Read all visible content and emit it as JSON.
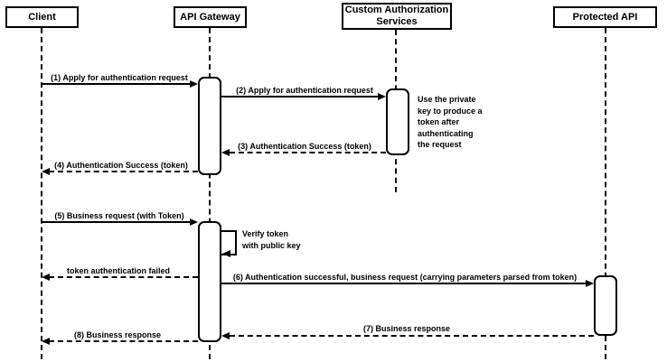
{
  "colors": {
    "line": "#000000",
    "background": "#ffffff",
    "box_fill": "#ffffff",
    "text": "#000000"
  },
  "participants": [
    {
      "label": "Client"
    },
    {
      "label": "API Gateway"
    },
    {
      "label": "Custom Authorization\nServices"
    },
    {
      "label": "Protected API"
    }
  ],
  "messages": [
    {
      "label": "(1) Apply for authentication request",
      "type": "solid",
      "from": "Client",
      "to": "API Gateway"
    },
    {
      "label": "(2) Apply for authentication request",
      "type": "solid",
      "from": "API Gateway",
      "to": "Custom Authorization Services"
    },
    {
      "label": "(3) Authentication Success (token)",
      "type": "dashed",
      "from": "Custom Authorization Services",
      "to": "API Gateway"
    },
    {
      "label": "(4) Authentication Success (token)",
      "type": "dashed",
      "from": "API Gateway",
      "to": "Client"
    },
    {
      "label": "(5) Business request (with Token)",
      "type": "solid",
      "from": "Client",
      "to": "API Gateway"
    },
    {
      "label": "Verify token\nwith public key",
      "type": "self",
      "from": "API Gateway",
      "to": "API Gateway"
    },
    {
      "label": "token authentication failed",
      "type": "dashed",
      "from": "API Gateway",
      "to": "Client"
    },
    {
      "label": "(6) Authentication successful, business request (carrying parameters parsed from token)",
      "type": "solid",
      "from": "API Gateway",
      "to": "Protected API"
    },
    {
      "label": "(7) Business response",
      "type": "dashed",
      "from": "Protected API",
      "to": "API Gateway"
    },
    {
      "label": "(8) Business response",
      "type": "dashed",
      "from": "API Gateway",
      "to": "Client"
    }
  ],
  "note": {
    "label": "Use the private\nkey to produce a\ntoken after\nauthenticating\nthe request"
  }
}
